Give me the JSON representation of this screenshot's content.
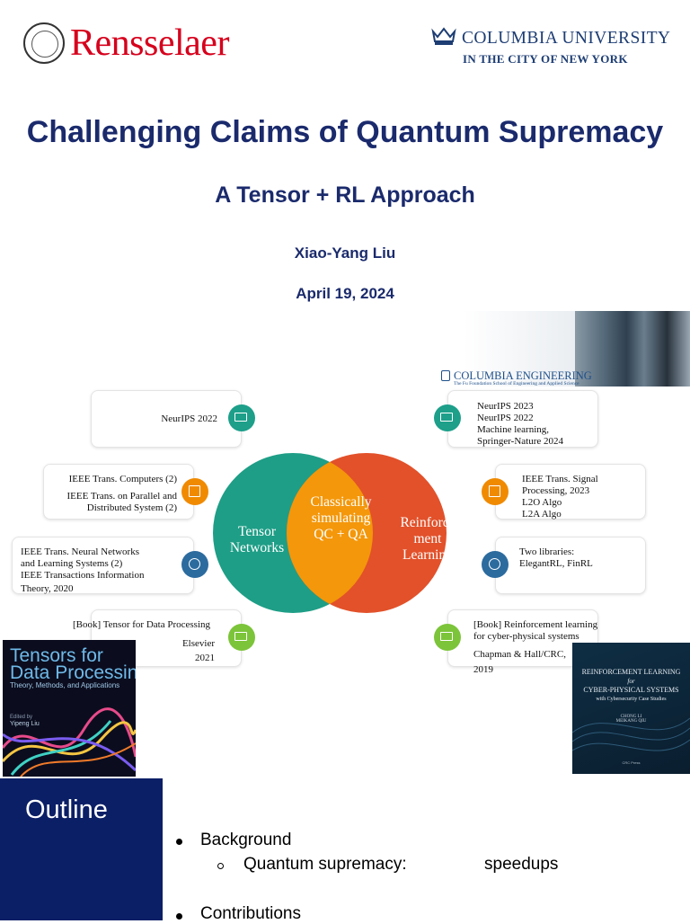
{
  "header": {
    "rpi_name": "Rensselaer",
    "columbia_name": "COLUMBIA UNIVERSITY",
    "columbia_sub": "IN THE CITY OF NEW YORK"
  },
  "title": "Challenging Claims of Quantum Supremacy",
  "subtitle": "A Tensor + RL Approach",
  "author": "Xiao-Yang Liu",
  "date": "April 19, 2024",
  "columbia_engineering": {
    "name": "COLUMBIA ENGINEERING",
    "sub": "The Fu Foundation School of Engineering and Applied Science"
  },
  "venn": {
    "left_label": [
      "Tensor",
      "Networks"
    ],
    "center_label": [
      "Classically",
      "simulating",
      "QC + QA"
    ],
    "right_label": [
      "Reinforce",
      "ment",
      "Learning"
    ],
    "colors": {
      "left": "#1e9e86",
      "center": "#f4970a",
      "right": "#e2512a"
    }
  },
  "left_cards": [
    {
      "lines": [
        "NeurIPS 2022"
      ],
      "icon": "monitor-icon"
    },
    {
      "lines": [
        "IEEE Trans. Computers (2)",
        "IEEE Trans. on Parallel and",
        "Distributed System (2)"
      ],
      "icon": "chip-icon"
    },
    {
      "lines": [
        "IEEE Trans. Neural Networks",
        "and Learning Systems (2)",
        "IEEE Transactions Information",
        "Theory, 2020"
      ],
      "icon": "network-icon"
    },
    {
      "lines": [
        "[Book] Tensor for Data Processing",
        "Elsevier",
        "2021"
      ],
      "icon": "book-icon"
    }
  ],
  "right_cards": [
    {
      "lines": [
        "NeurIPS 2023",
        "NeurIPS 2022",
        "Machine learning,",
        "Springer-Nature 2024"
      ],
      "icon": "monitor-icon"
    },
    {
      "lines": [
        "IEEE Trans. Signal",
        "Processing,  2023",
        "L2O Algo",
        "L2A Algo"
      ],
      "icon": "chip-icon"
    },
    {
      "lines": [
        "Two libraries:",
        "ElegantRL, FinRL"
      ],
      "icon": "network-icon"
    },
    {
      "lines": [
        "[Book] Reinforcement learning",
        "for cyber-physical systems",
        "Chapman & Hall/CRC,",
        "2019"
      ],
      "icon": "book-icon"
    }
  ],
  "book_left": {
    "title1": "Tensors for",
    "title2": "Data Processing",
    "subtitle": "Theory, Methods, and Applications",
    "edited": "Edited by",
    "author": "Yipeng Liu"
  },
  "book_right": {
    "title1": "REINFORCEMENT LEARNING",
    "title2": "for",
    "title3": "CYBER-PHYSICAL SYSTEMS",
    "title4": "with Cybersecurity Case Studies",
    "authors1": "CHONG LI",
    "authors2": "MEIKANG QIU",
    "publisher": "CRC Press"
  },
  "outline": {
    "title": "Outline",
    "items": [
      {
        "level": 1,
        "text": "Background"
      },
      {
        "level": 2,
        "text": "Quantum supremacy:",
        "extra": "speedups"
      },
      {
        "level": 1,
        "text": "Contributions"
      }
    ]
  }
}
